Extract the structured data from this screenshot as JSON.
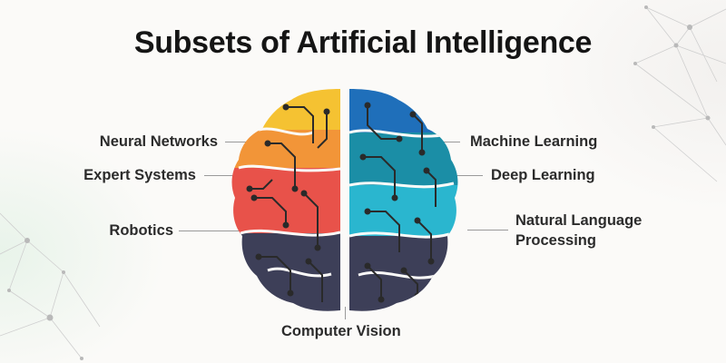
{
  "title": "Subsets of Artificial Intelligence",
  "labels": {
    "neural_networks": "Neural Networks",
    "expert_systems": "Expert Systems",
    "robotics": "Robotics",
    "machine_learning": "Machine Learning",
    "deep_learning": "Deep Learning",
    "nlp_line1": "Natural Language",
    "nlp_line2": "Processing",
    "computer_vision": "Computer Vision"
  },
  "colors": {
    "yellow": "#f5c232",
    "orange": "#f29538",
    "red": "#e8524a",
    "dark_slate": "#3d3f58",
    "blue": "#1f6fba",
    "teal": "#1b8ea6",
    "cyan": "#2ab6cf",
    "circuit_dot": "#2a2a2a"
  }
}
